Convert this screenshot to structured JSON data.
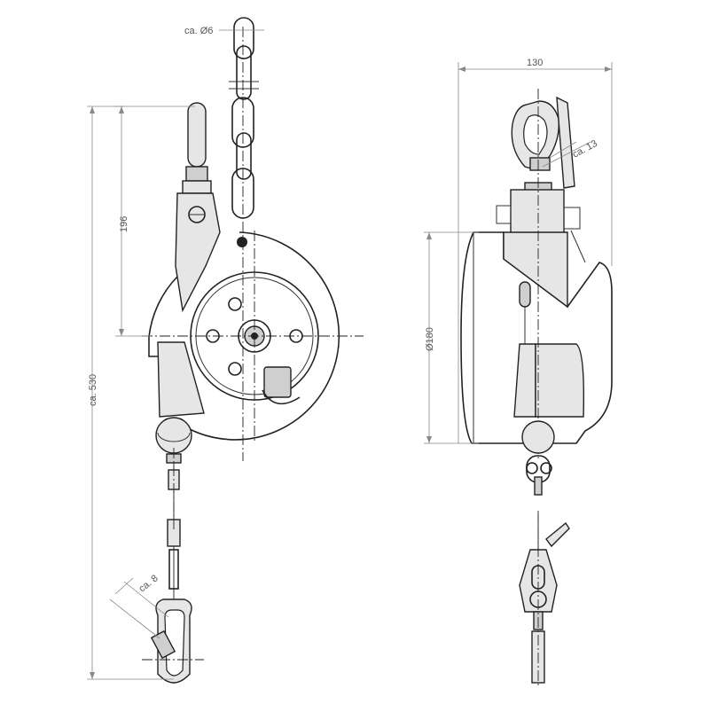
{
  "dimensions": {
    "chain_dia": "ca. Ø6",
    "width_side": "130",
    "hook_opening_top": "ca. 13",
    "upper_height": "196",
    "total_length": "ca. 530",
    "drum_dia": "Ø180",
    "hook_opening_bottom": "ca. 8"
  },
  "colors": {
    "line": "#222222",
    "dimension": "#888888",
    "fill_light": "#e6e6e6"
  }
}
